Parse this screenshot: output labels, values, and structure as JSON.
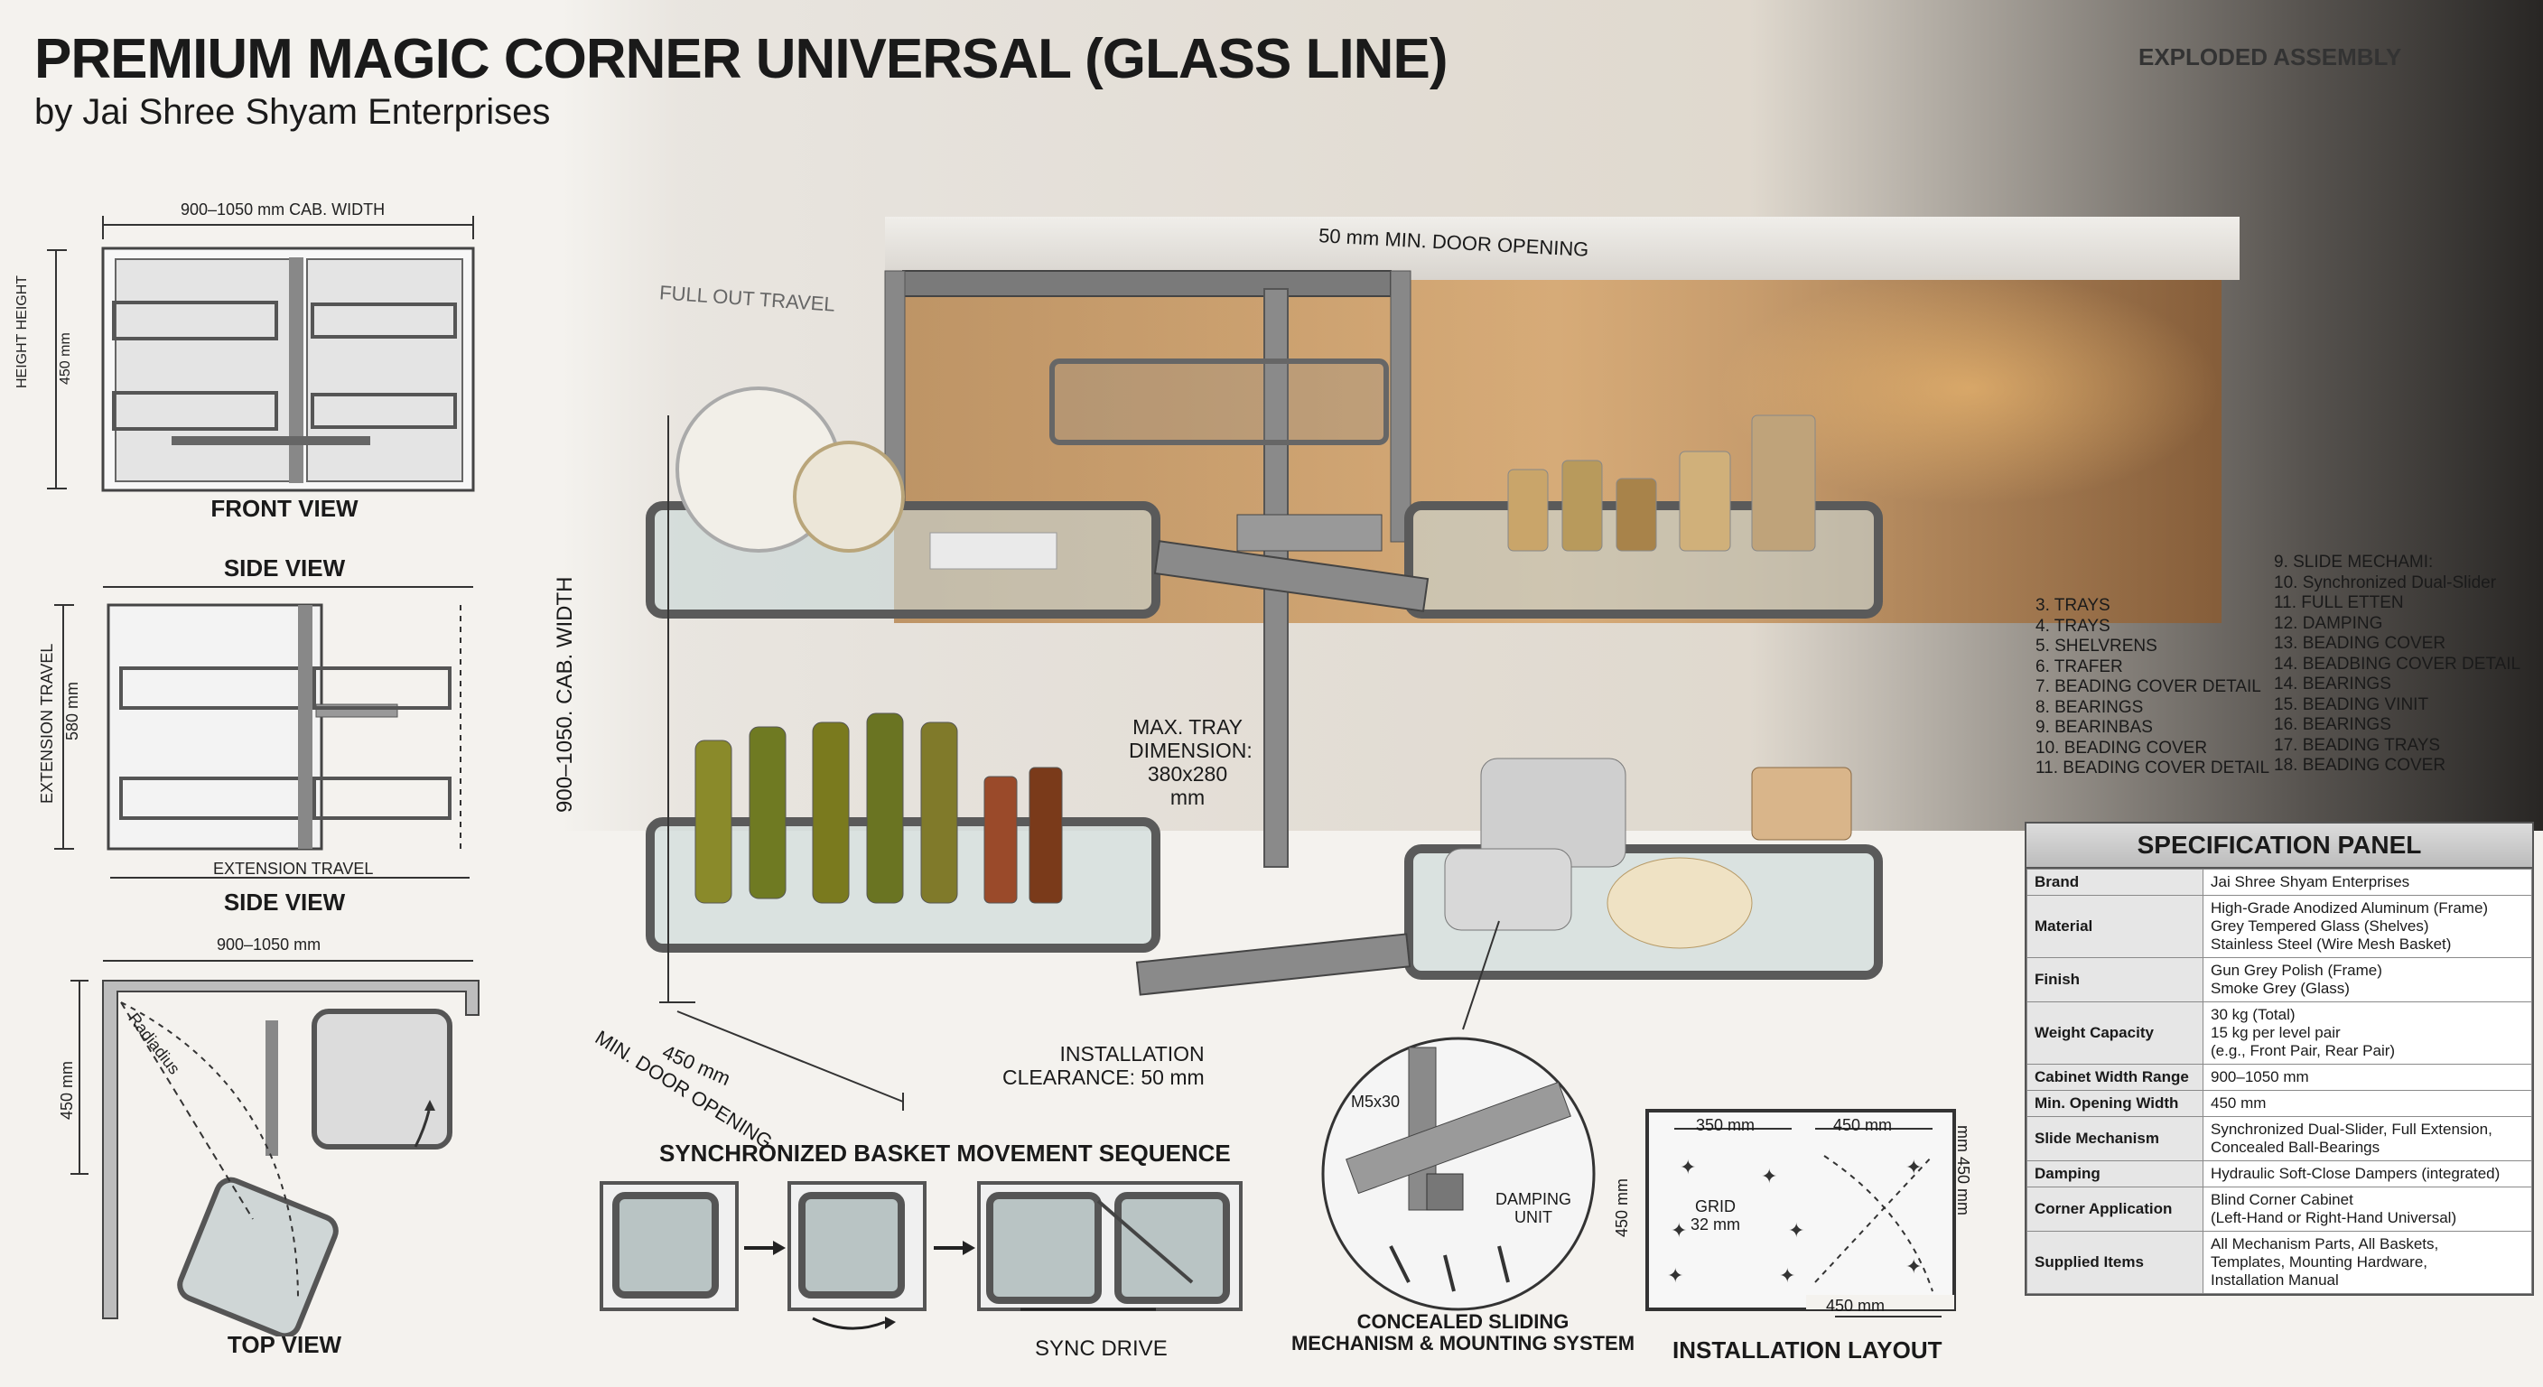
{
  "header": {
    "title": "PREMIUM MAGIC CORNER UNIVERSAL (GLASS LINE)",
    "subtitle": "by Jai Shree Shyam Enterprises",
    "exploded_label": "EXPLODED ASSEMBLY"
  },
  "front_view": {
    "label": "FRONT VIEW",
    "width_dim": "900–1050 mm CAB. WIDTH",
    "height_dim_1": "HEIGHT HEIGHT",
    "height_dim_2": "450 mm"
  },
  "side_view": {
    "label_top": "SIDE VIEW",
    "label_bottom": "SIDE VIEW",
    "travel_1": "EXTENSION TRAVEL",
    "travel_2": "580 mm",
    "travel_bottom": "EXTENSION TRAVEL"
  },
  "top_view": {
    "label": "TOP VIEW",
    "width_dim": "900–1050 mm",
    "depth_dim": "450 mm",
    "radius": "Radiadius"
  },
  "main": {
    "door_opening_top": "50 mm MIN. DOOR OPENING",
    "full_travel": "FULL OUT TRAVEL",
    "cab_width": "900–1050. CAB. WIDTH",
    "max_tray_1": "MAX. TRAY",
    "max_tray_2": "DIMENSION:",
    "max_tray_3": "380x280 mm",
    "install_1": "INSTALLATION",
    "install_2": "CLEARANCE: 50 mm",
    "dim_450": "450 mm",
    "min_door": "MIN. DOOR OPENING"
  },
  "sequence": {
    "label": "SYNCHRONIZED BASKET MOVEMENT SEQUENCE",
    "sync": "SYNC DRIVE"
  },
  "mechanism": {
    "label_1": "CONCEALED SLIDING",
    "label_2": "MECHANISM & MOUNTING SYSTEM",
    "screw": "M5x30",
    "damping_1": "DAMPING",
    "damping_2": "UNIT"
  },
  "layout": {
    "label": "INSTALLATION LAYOUT",
    "d1": "350 mm",
    "d2": "450 mm",
    "d3": "450 mm",
    "grid_1": "GRID",
    "grid_2": "32 mm",
    "side_1": "450 mm",
    "side_2": "mm 450 mm",
    "side_3": "450 mm"
  },
  "parts_list": {
    "col1": [
      "3. TRAYS",
      "4. TRAYS",
      "5. SHELVRENS",
      "6. TRAFER",
      "7. BEADING COVER DETAIL",
      "8. BEARINGS",
      "9. BEARINBAS",
      "10. BEADING COVER",
      "11. BEADING COVER DETAIL"
    ],
    "col2": [
      "9. SLIDE MECHAMI:",
      "10. Synchronized Dual-Slider",
      "11. FULL ETTEN",
      "12. DAMPING",
      "13. BEADING COVER",
      "14. BEADBING COVER DETAIL",
      "14. BEARINGS",
      "15. BEADING VINIT",
      "16. BEARINGS",
      "17. BEADING TRAYS",
      "18. BEADING COVER"
    ]
  },
  "spec": {
    "title": "SPECIFICATION PANEL",
    "rows": [
      {
        "k": "Brand",
        "v": [
          "Jai Shree Shyam Enterprises"
        ]
      },
      {
        "k": "Material",
        "v": [
          "High-Grade Anodized Aluminum (Frame)",
          "Grey Tempered Glass (Shelves)",
          "Stainless Steel (Wire Mesh Basket)"
        ]
      },
      {
        "k": "Finish",
        "v": [
          "Gun Grey Polish (Frame)",
          "Smoke Grey (Glass)"
        ]
      },
      {
        "k": "Weight Capacity",
        "v": [
          "30 kg (Total)",
          "15 kg per level pair",
          "(e.g., Front Pair, Rear Pair)"
        ]
      },
      {
        "k": "Cabinet Width Range",
        "v": [
          "900–1050 mm"
        ]
      },
      {
        "k": "Min. Opening Width",
        "v": [
          "450 mm"
        ]
      },
      {
        "k": "Slide Mechanism",
        "v": [
          "Synchronized Dual-Slider, Full Extension,",
          "Concealed Ball-Bearings"
        ]
      },
      {
        "k": "Damping",
        "v": [
          "Hydraulic Soft-Close Dampers (integrated)"
        ]
      },
      {
        "k": "Corner Application",
        "v": [
          "Blind Corner Cabinet",
          "(Left-Hand or Right-Hand Universal)"
        ]
      },
      {
        "k": "Supplied Items",
        "v": [
          "All Mechanism Parts, All Baskets,",
          "Templates, Mounting Hardware,",
          "Installation Manual"
        ]
      }
    ]
  }
}
